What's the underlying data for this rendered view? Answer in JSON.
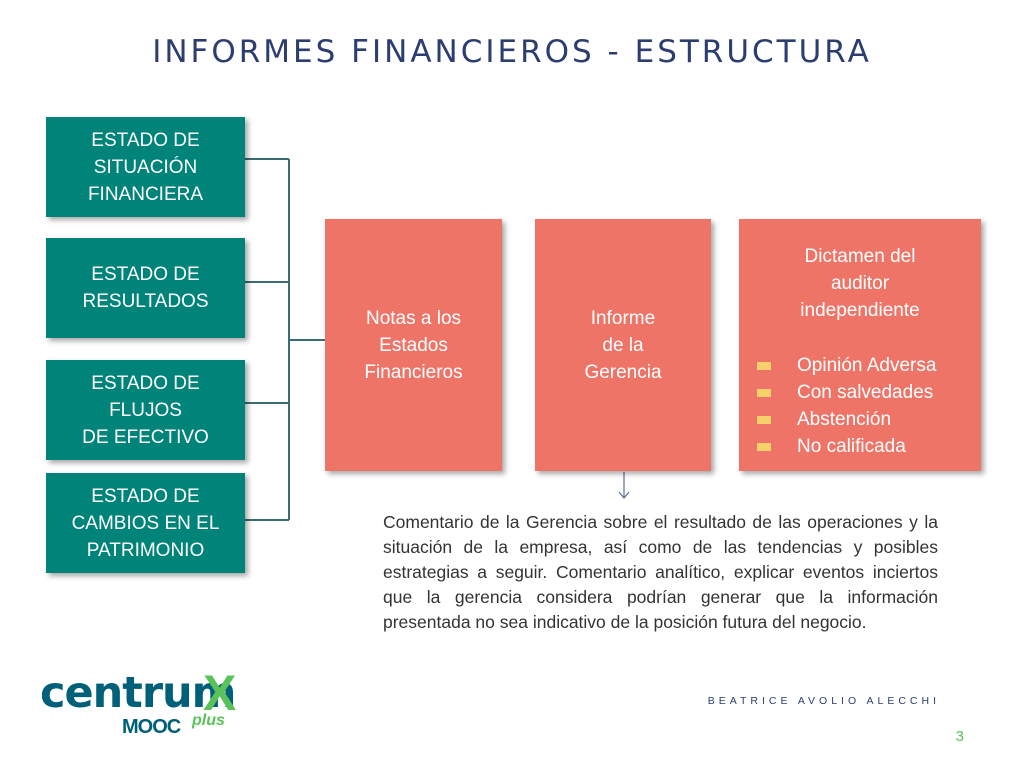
{
  "title": "INFORMES FINANCIEROS - ESTRUCTURA",
  "left_boxes": [
    "ESTADO DE\nSITUACIÓN\nFINANCIERA",
    "ESTADO DE\nRESULTADOS",
    "ESTADO DE\nFLUJOS\nDE EFECTIVO",
    "ESTADO DE\nCAMBIOS EN EL\nPATRIMONIO"
  ],
  "middle_boxes": [
    "Notas a los\nEstados\nFinancieros",
    "Informe\nde la\nGerencia"
  ],
  "dictamen": {
    "title": "Dictamen del\nauditor\nindependiente",
    "items": [
      "Opinión Adversa",
      "Con salvedades",
      "Abstención",
      "No calificada"
    ]
  },
  "description": "Comentario de la Gerencia sobre el resultado de las operaciones y la situación de la empresa, así como de las tendencias y posibles estrategias a seguir. Comentario analítico, explicar eventos inciertos que la gerencia considera podrían generar que la información presentada no sea indicativo de la posición futura del negocio.",
  "logo": {
    "main": "centrum",
    "x": "X",
    "sub": "MOOC",
    "plus": "plus"
  },
  "author": "BEATRICE AVOLIO ALECCHI",
  "page_number": "3",
  "colors": {
    "teal": "#008379",
    "salmon": "#ef7468",
    "navy": "#2c3e70",
    "green": "#5bc25a",
    "bullet": "#f6d06b"
  }
}
